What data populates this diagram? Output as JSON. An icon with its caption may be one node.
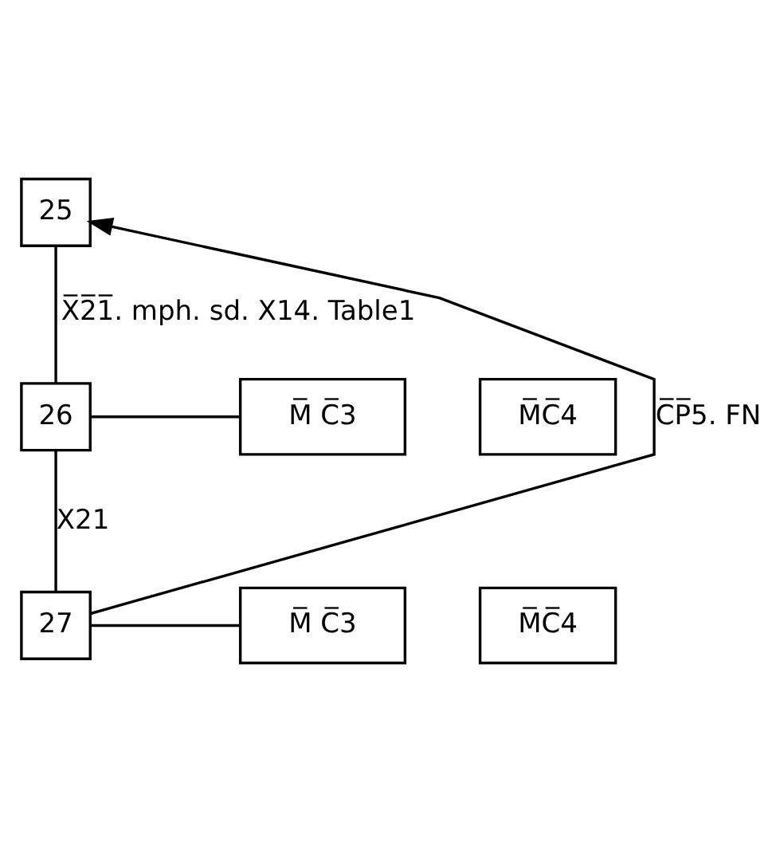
{
  "diagram": {
    "nodes": [
      {
        "text": [
          "25"
        ]
      },
      {
        "text": [
          "26"
        ]
      },
      {
        "text": [
          "M̅ C̅3"
        ]
      },
      {
        "text": [
          "M̅C̅4"
        ]
      },
      {
        "text": [
          "27"
        ]
      },
      {
        "text": [
          "M̅ C̅3"
        ]
      },
      {
        "text": [
          "M̅C̅4"
        ]
      }
    ],
    "edges": [
      {
        "from": 0,
        "to": 1,
        "arrow": "none",
        "label": "X̅2̅1̅. mph. sd. X14. Table1"
      },
      {
        "from": 1,
        "to": 2,
        "arrow": "none"
      },
      {
        "from": 1,
        "to": 4,
        "arrow": "none",
        "label": "X21"
      },
      {
        "from": 4,
        "to": 5,
        "arrow": "none"
      },
      {
        "from": 4,
        "to": 0,
        "arrow": "to",
        "label": "C̅P̅5. FN"
      }
    ]
  }
}
